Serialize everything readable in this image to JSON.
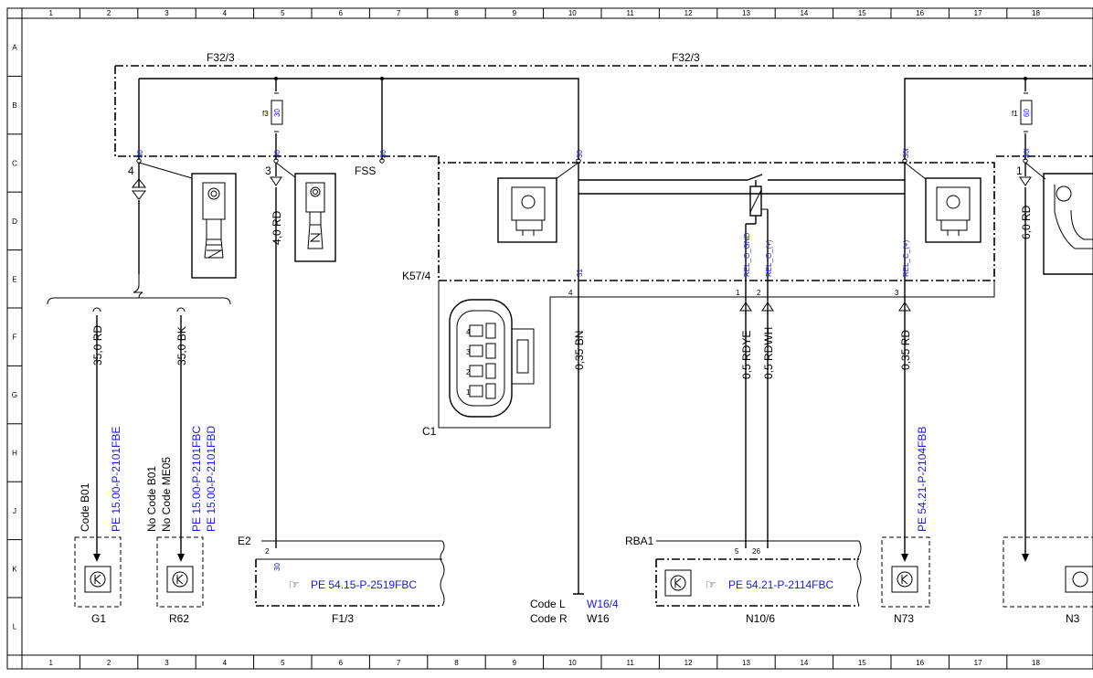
{
  "grid": {
    "columns": [
      "1",
      "2",
      "3",
      "4",
      "5",
      "6",
      "7",
      "8",
      "9",
      "10",
      "11",
      "12",
      "13",
      "14",
      "15",
      "16",
      "17",
      "18"
    ],
    "rows": [
      "A",
      "B",
      "C",
      "D",
      "E",
      "F",
      "G",
      "H",
      "J",
      "K",
      "L"
    ]
  },
  "fuse_boxes": {
    "left_label": "F32/3",
    "right_label": "F32/3",
    "fuse_f3": {
      "name": "f3",
      "rating": "30"
    },
    "fuse_f1": {
      "name": "f1",
      "rating": "60"
    }
  },
  "terminals": {
    "t30_a": "30",
    "t30_b": "30",
    "t30_fss": "30",
    "t30_c": "30",
    "t30_d": "30l",
    "t30_e": "30l",
    "fss": "FSS",
    "pin4": "4",
    "pin3": "3",
    "pin1": "1"
  },
  "relay": {
    "id": "K57/4",
    "connector": "C1",
    "pin_labels": [
      "31",
      "REL_O_GND",
      "REL_O_(+)",
      "REL_C_(+)"
    ],
    "pin_numbers": [
      "4",
      "1",
      "2",
      "3"
    ],
    "plug_pins": [
      "4",
      "3",
      "2",
      "1"
    ]
  },
  "wires": {
    "w_left_rd": "35,0 RD",
    "w_left_bk": "35,0 BK",
    "w_f3": "4,0 RD",
    "w_bn": "0,35 BN",
    "w_rdye": "0,5 RDYE",
    "w_rdwh": "0,5 RDWH",
    "w_rd035": "0,35 RD",
    "w_rd60": "6,0 RD"
  },
  "references": {
    "g1_code": "Code B01",
    "g1_ref": "PE 15.00-P-2101FBE",
    "r62_code1": "No Code B01",
    "r62_code2": "No Code ME05",
    "r62_ref1": "PE 15.00-P-2101FBC",
    "r62_ref2": "PE 15.00-P-2101FBD",
    "n73_ref": "PE 54.21-P-2104FBB",
    "f13_ref": "PE 54.15-P-2519FBC",
    "n106_ref": "PE 54.21-P-2114FBC",
    "code_l": "Code L",
    "code_r": "Code R",
    "w16_4": "W16/4",
    "w16": "W16"
  },
  "components": {
    "g1": "G1",
    "r62": "R62",
    "f13": "F1/3",
    "e2": "E2",
    "e2_pin": "2",
    "e2_term": "30",
    "rba1": "RBA1",
    "rba1_pin5": "5",
    "rba1_pin26": "26",
    "n106": "N10/6",
    "n73": "N73",
    "n3": "N3"
  },
  "colors": {
    "reference_blue": "#1a1adc",
    "line": "#000000"
  }
}
